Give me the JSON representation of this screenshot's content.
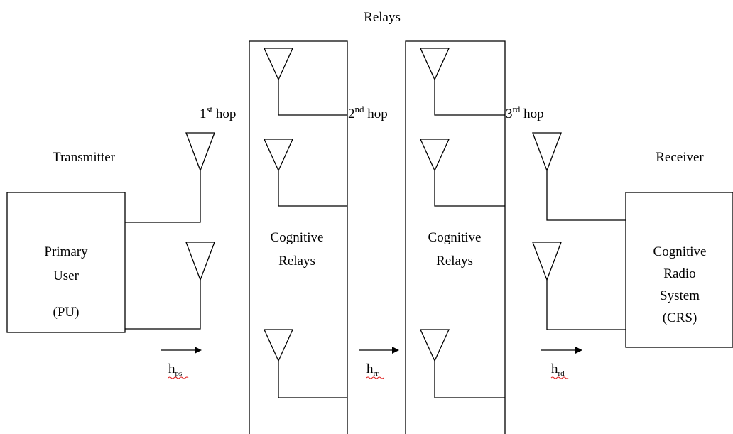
{
  "diagram": {
    "relays_heading": "Relays",
    "transmitter_label": "Transmitter",
    "receiver_label": "Receiver",
    "primary_user": {
      "line1": "Primary",
      "line2": "User",
      "line3": "(PU)"
    },
    "relay_block_1": {
      "line1": "Cognitive",
      "line2": "Relays"
    },
    "relay_block_2": {
      "line1": "Cognitive",
      "line2": "Relays"
    },
    "crs": {
      "line1": "Cognitive",
      "line2": "Radio",
      "line3": "System",
      "line4": "(CRS)"
    },
    "hops": [
      {
        "num": "1",
        "sup": "st",
        "word": " hop"
      },
      {
        "num": "2",
        "sup": "nd",
        "word": " hop"
      },
      {
        "num": "3",
        "sup": "rd",
        "word": " hop"
      }
    ],
    "channels": [
      {
        "base": "h",
        "sub": "ps"
      },
      {
        "base": "h",
        "sub": "rr"
      },
      {
        "base": "h",
        "sub": "rd"
      }
    ]
  }
}
